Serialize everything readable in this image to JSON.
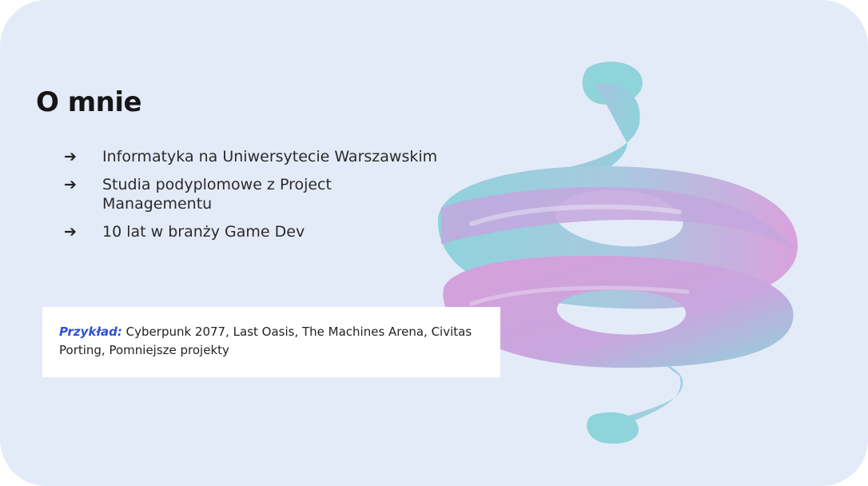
{
  "slide": {
    "title": "O mnie",
    "background_color": "#e4ebf8",
    "bullet_icon": "arrow-right-icon",
    "bullet_glyph": "➔",
    "bullets": [
      {
        "text": "Informatyka na Uniwersytecie Warszawskim"
      },
      {
        "text": "Studia podyplomowe z Project Managementu"
      },
      {
        "text": "10 lat w branży Game Dev"
      }
    ],
    "example": {
      "label": "Przykład:",
      "text": " Cyberpunk 2077, Last Oasis, The Machines Arena, Civitas Porting, Pomniejsze projekty",
      "label_color": "#2f4fd6"
    },
    "decoration": {
      "name": "twisted-ribbon-3d-shape",
      "colors": [
        "#8fd3db",
        "#d9a2dc"
      ]
    }
  }
}
